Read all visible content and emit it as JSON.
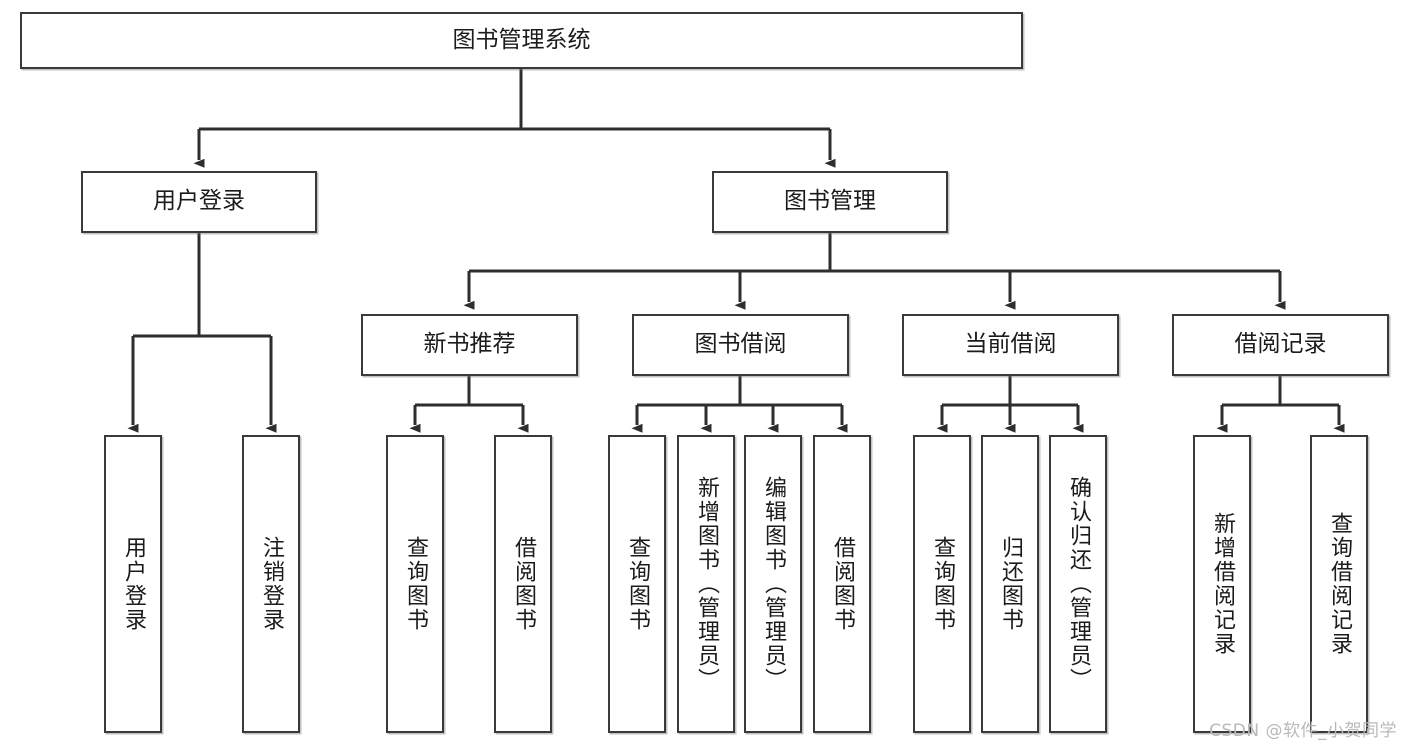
{
  "diagram": {
    "title": "图书管理系统",
    "type": "tree-hierarchy-diagram",
    "colors": {
      "stroke": "#3a3a3a",
      "fill": "#ffffff",
      "text": "#1b1b1b",
      "watermark": "#b9b9b9"
    },
    "levels": {
      "root": {
        "label": "图书管理系统"
      },
      "level2": [
        {
          "label": "用户登录"
        },
        {
          "label": "图书管理"
        }
      ],
      "level3": [
        {
          "label": "新书推荐"
        },
        {
          "label": "图书借阅"
        },
        {
          "label": "当前借阅"
        },
        {
          "label": "借阅记录"
        }
      ],
      "leaves": {
        "user_login": [
          {
            "label": "用户登录"
          },
          {
            "label": "注销登录"
          }
        ],
        "new_book_recommend": [
          {
            "label": "查询图书"
          },
          {
            "label": "借阅图书"
          }
        ],
        "book_borrow": [
          {
            "label": "查询图书"
          },
          {
            "label": "新增图书（管理员）"
          },
          {
            "label": "编辑图书（管理员）"
          },
          {
            "label": "借阅图书"
          }
        ],
        "current_borrow": [
          {
            "label": "查询图书"
          },
          {
            "label": "归还图书"
          },
          {
            "label": "确认归还（管理员）"
          }
        ],
        "borrow_record": [
          {
            "label": "新增借阅记录"
          },
          {
            "label": "查询借阅记录"
          }
        ]
      }
    }
  },
  "watermark": {
    "text": "CSDN @软件_小贺同学"
  }
}
